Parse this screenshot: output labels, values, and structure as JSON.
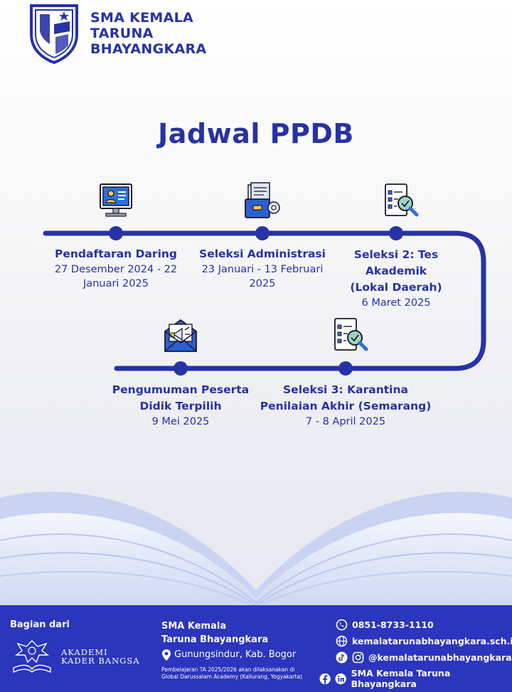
{
  "header": {
    "school_line1": "SMA KEMALA",
    "school_line2": "TARUNA",
    "school_line3": "BHAYANGKARA"
  },
  "title": "Jadwal PPDB",
  "colors": {
    "primary": "#2632a6",
    "footer": "#2b35bd"
  },
  "steps": [
    {
      "icon": "computer-user-icon",
      "label_lines": [
        "Pendaftaran Daring"
      ],
      "date_lines": [
        "27 Desember 2024 - 22",
        "Januari 2025"
      ]
    },
    {
      "icon": "briefcase-documents-icon",
      "label_lines": [
        "Seleksi Administrasi"
      ],
      "date_lines": [
        "23 Januari - 13 Februari",
        "2025"
      ]
    },
    {
      "icon": "document-search-icon",
      "label_lines": [
        "Seleksi 2: Tes",
        "Akademik",
        "(Lokal Daerah)"
      ],
      "date_lines": [
        "6 Maret 2025"
      ]
    },
    {
      "icon": "document-search-icon",
      "label_lines": [
        "Seleksi 3: Karantina",
        "Penilaian Akhir (Semarang)"
      ],
      "date_lines": [
        "7 - 8 April 2025"
      ]
    },
    {
      "icon": "envelope-megaphone-icon",
      "label_lines": [
        "Pengumuman Peserta",
        "Didik Terpilih"
      ],
      "date_lines": [
        "9 Mei 2025"
      ]
    }
  ],
  "footer": {
    "bagian_dari": "Bagian dari",
    "akademi_line1": "AKADEMI",
    "akademi_line2": "KADER BANGSA",
    "school_line1": "SMA Kemala",
    "school_line2": "Taruna Bhayangkara",
    "location": "Gunungsindur, Kab. Bogor",
    "note_line1": "Pembelajaran TA 2025/2026 akan dilaksanakan di",
    "note_line2": "Global Darussalam Academy (Kaliurang, Yogyakarta)",
    "phone": "0851-8733-1110",
    "website": "kemalatarunabhayangkara.sch.id",
    "social_handle": "@kemalatarunabhayangkara",
    "social_name": "SMA Kemala Taruna Bhayangkara"
  }
}
